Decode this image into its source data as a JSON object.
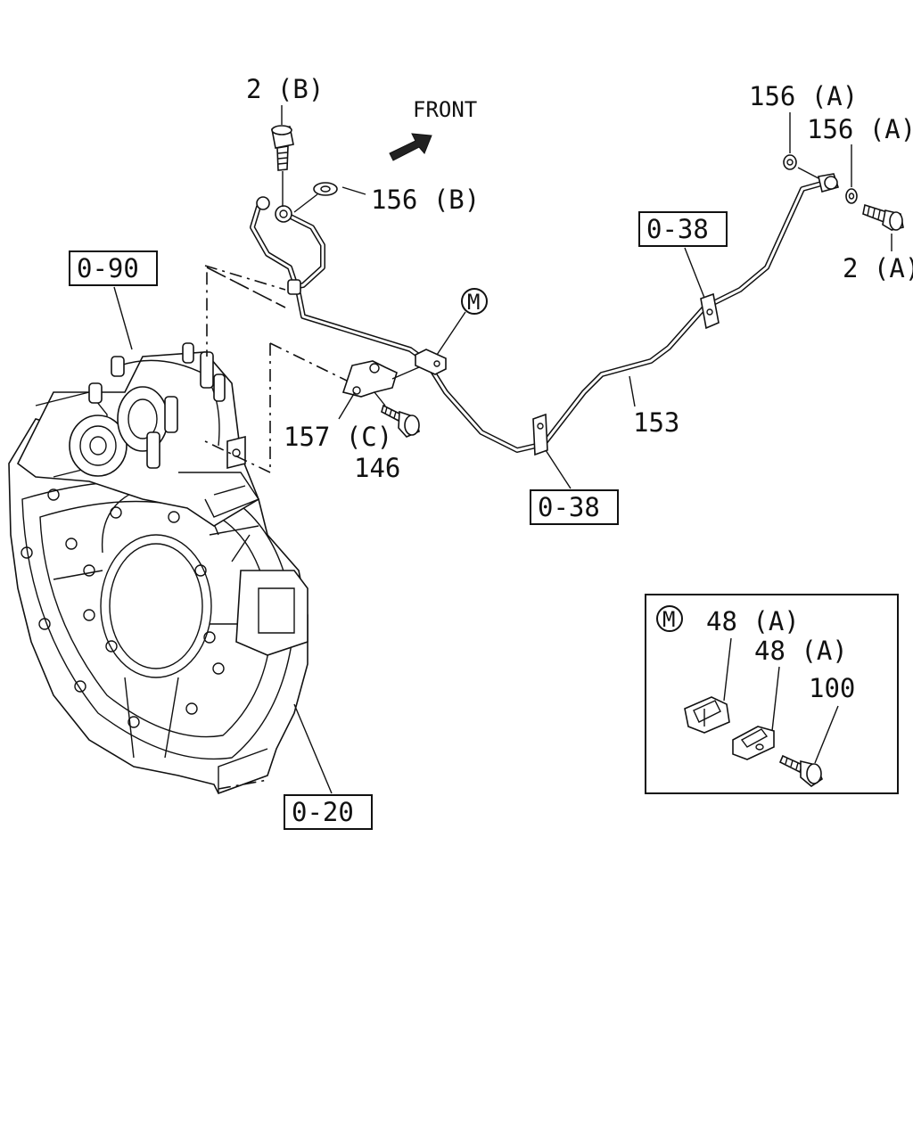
{
  "front_label": "FRONT",
  "callouts": {
    "bolt_2b": "2 (B)",
    "washer_156b": "156 (B)",
    "washer_156a_1": "156 (A)",
    "washer_156a_2": "156 (A)",
    "bolt_2a": "2 (A)",
    "ref_0_90": "0-90",
    "ref_0_38_top": "0-38",
    "ref_0_38_bottom": "0-38",
    "ref_0_20": "0-20",
    "bracket_157c": "157 (C)",
    "bolt_146": "146",
    "pipe_153": "153",
    "clip_m": "M"
  },
  "detail_m": {
    "marker": "M",
    "clip_48a_1": "48 (A)",
    "clip_48a_2": "48 (A)",
    "bolt_100": "100"
  }
}
